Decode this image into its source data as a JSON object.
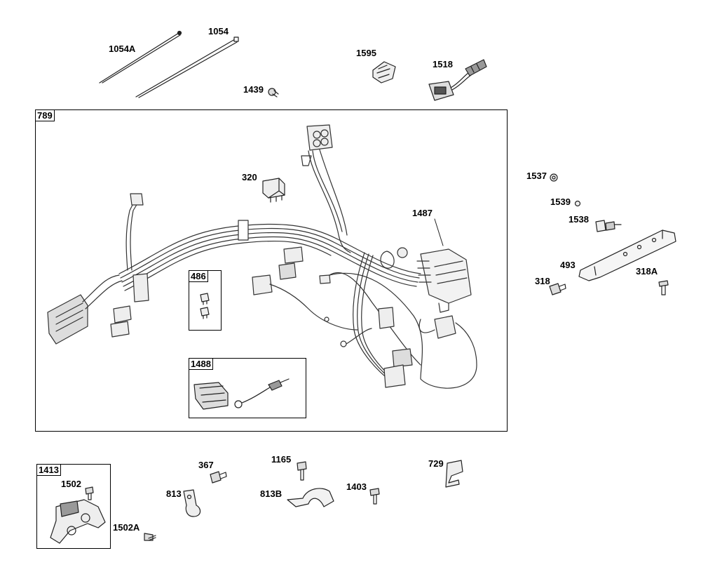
{
  "labels": {
    "p1054A": "1054A",
    "p1054": "1054",
    "p1595": "1595",
    "p1518": "1518",
    "p1439": "1439",
    "p320": "320",
    "p1487": "1487",
    "p1537": "1537",
    "p1539": "1539",
    "p1538": "1538",
    "p493": "493",
    "p318": "318",
    "p318A": "318A",
    "p367": "367",
    "p1165": "1165",
    "p729": "729",
    "p1403": "1403",
    "p813": "813",
    "p813B": "813B",
    "p1502": "1502",
    "p1502A": "1502A"
  },
  "boxes": {
    "b789": "789",
    "b486": "486",
    "b1488": "1488",
    "b1413": "1413"
  }
}
